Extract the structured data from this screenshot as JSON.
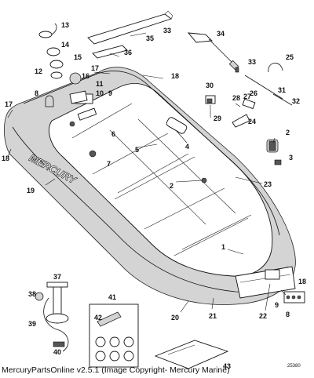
{
  "footer": {
    "text": "MercuryPartsOnline v2.5.1 (Image Copyright- Mercury Marine)"
  },
  "diagram": {
    "id": "25380",
    "hull_brand": "MERCURY",
    "callouts": [
      "13",
      "14",
      "15",
      "12",
      "16",
      "35",
      "33",
      "36",
      "17",
      "18",
      "11",
      "10",
      "9",
      "8",
      "34",
      "33",
      "25",
      "31",
      "32",
      "30",
      "28",
      "27",
      "26",
      "29",
      "24",
      "17",
      "6",
      "4",
      "5",
      "2",
      "3",
      "18",
      "7",
      "19",
      "2",
      "23",
      "1",
      "37",
      "38",
      "39",
      "40",
      "41",
      "42",
      "20",
      "21",
      "22",
      "18",
      "9",
      "8",
      "43"
    ]
  }
}
